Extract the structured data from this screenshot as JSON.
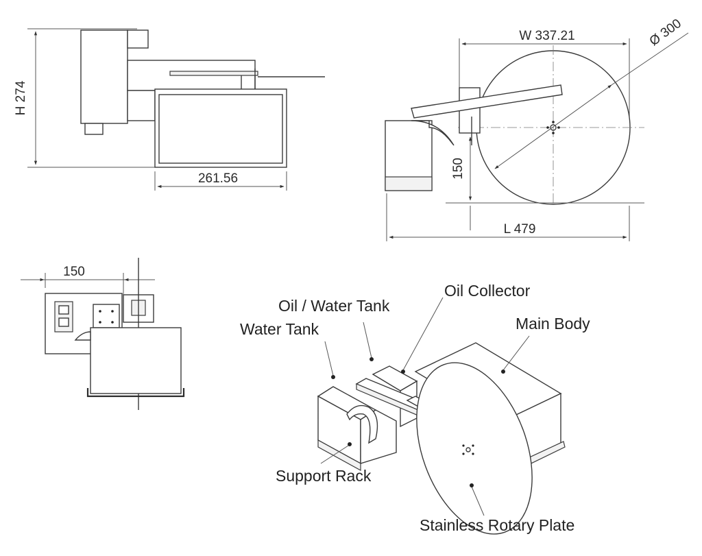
{
  "dimensions": {
    "height": "H 274",
    "depth": "261.56",
    "width": "W 337.21",
    "diameter": "Ø 300",
    "plate_height": "150",
    "length": "L 479",
    "side_offset": "150"
  },
  "labels": {
    "oil_water_tank": "Oil / Water Tank",
    "oil_collector": "Oil Collector",
    "water_tank": "Water Tank",
    "main_body": "Main Body",
    "support_rack": "Support Rack",
    "stainless_rotary_plate": "Stainless Rotary Plate"
  },
  "colors": {
    "line": "#3a3a3a",
    "text": "#222222",
    "background": "#ffffff"
  }
}
